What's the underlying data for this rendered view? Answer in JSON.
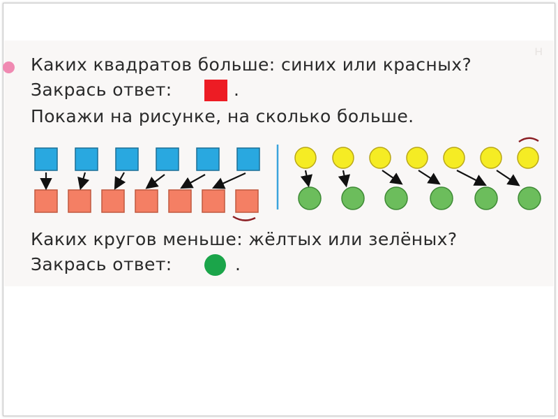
{
  "question1": {
    "line1": "Каких квадратов больше: синих или красных?",
    "line2": "Закрась ответ:",
    "line2_end": ".",
    "line3": "Покажи на рисунке, на сколько больше.",
    "answer_color": "#ed1c24"
  },
  "question2": {
    "line1": "Каких кругов меньше: жёлтых или зелёных?",
    "line2": "Закрась ответ:",
    "line2_end": ".",
    "answer_color": "#1ba54a"
  },
  "squares": {
    "blue_count": 6,
    "red_count": 7,
    "blue_color": "#29a8e0",
    "red_color": "#f47f64"
  },
  "circles": {
    "yellow_count": 7,
    "green_count": 6,
    "yellow_color": "#f5ec24",
    "green_color": "#6cbd5c"
  },
  "colors": {
    "bullet": "#f08ab2",
    "divider": "#3ba4dc",
    "mark": "#8b1f24"
  }
}
